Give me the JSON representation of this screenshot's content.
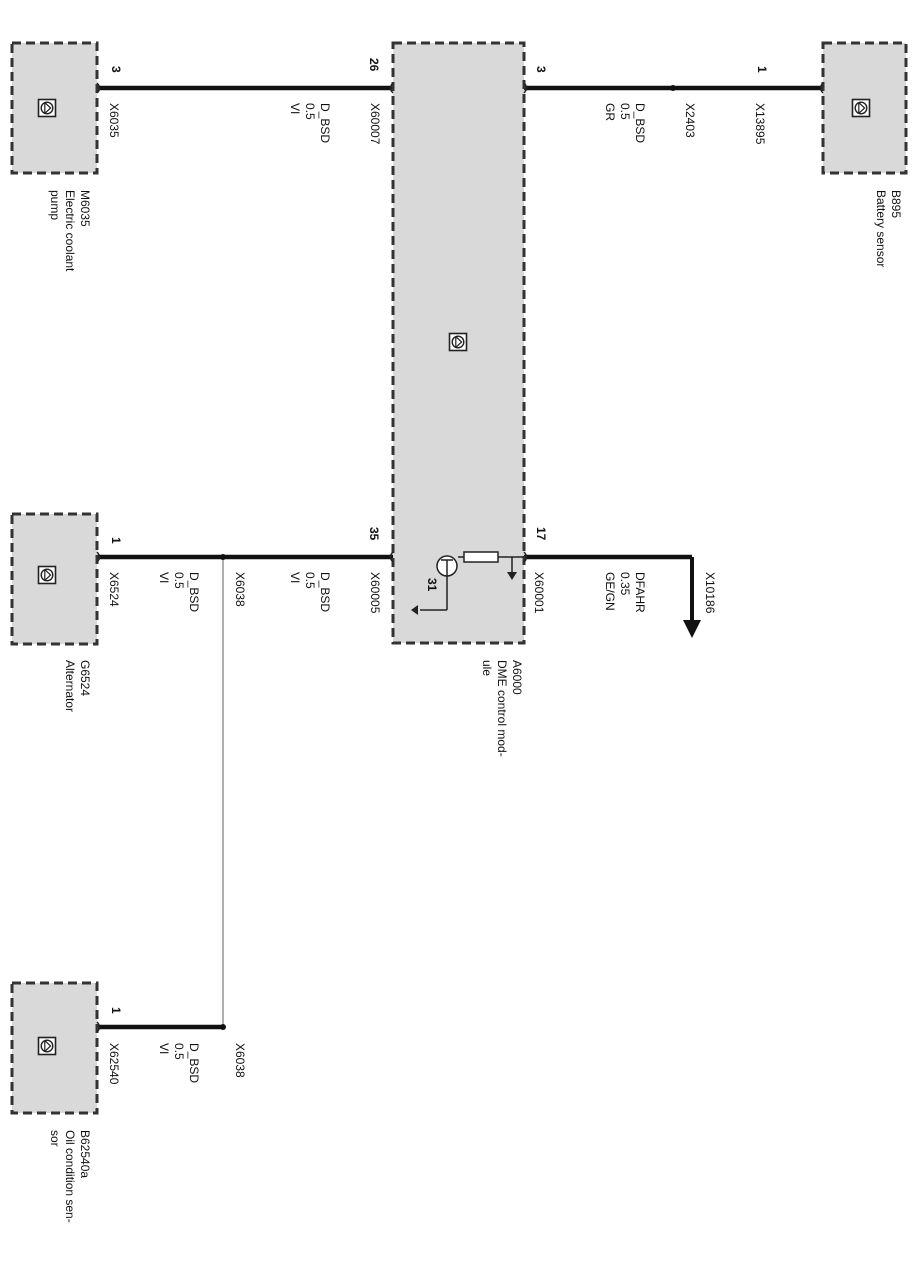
{
  "colors": {
    "box_fill": "#d9d9d9",
    "wire": "#111111",
    "gray_wire": "#9a9a9a",
    "background": "#ffffff"
  },
  "components": {
    "m6035": {
      "id": "M6035",
      "name_line1": "Electric coolant",
      "name_line2": "pump",
      "connector": "X6035",
      "pin": "3",
      "icon": "control-unit-icon"
    },
    "a6000": {
      "id": "A6000",
      "name_line1": "DME control mod-",
      "name_line2": "ule",
      "icon": "control-unit-icon",
      "pins": {
        "p26": "26",
        "p3": "3",
        "p35": "35",
        "p17": "17"
      },
      "connectors": {
        "c26": "X60007",
        "c35": "X60005",
        "c17": "X60001"
      },
      "ground": "31"
    },
    "b895": {
      "id": "B895",
      "name": "Battery sensor",
      "connector": "X13895",
      "pin": "1",
      "icon": "control-unit-icon"
    },
    "g6524": {
      "id": "G6524",
      "name": "Alternator",
      "connector": "X6524",
      "pin": "1",
      "icon": "control-unit-icon"
    },
    "b62540a": {
      "id": "B62540a",
      "name_line1": "Oil condition sen-",
      "name_line2": "sor",
      "connector": "X62540",
      "pin": "1",
      "icon": "control-unit-icon"
    }
  },
  "wires": {
    "coolant_to_dme": {
      "signal": "D_BSD",
      "size": "0.5",
      "color": "VI"
    },
    "dme_to_battery": {
      "signal": "D_BSD",
      "size": "0.5",
      "color": "GR",
      "splice": "X2403"
    },
    "dme_to_alternator": {
      "signal": "D_BSD",
      "size": "0.5",
      "color": "VI",
      "splice": "X6038"
    },
    "splice_to_alternator": {
      "signal": "D_BSD",
      "size": "0.5",
      "color": "VI"
    },
    "splice_to_oil_sensor": {
      "signal": "D_BSD",
      "size": "0.5",
      "color": "VI",
      "splice": "X6038"
    },
    "dfahr": {
      "signal": "DFAHR",
      "size": "0.35",
      "color": "GE/GN",
      "destination": "X10186"
    }
  }
}
